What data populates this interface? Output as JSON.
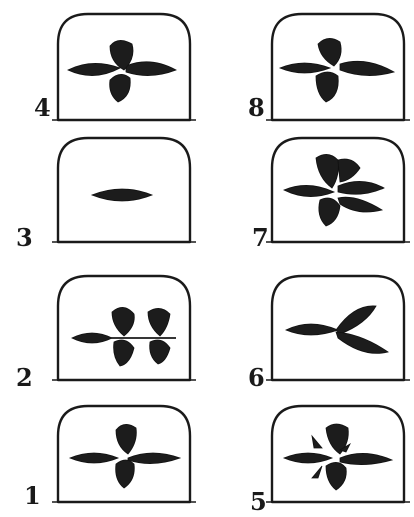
{
  "panels": [
    {
      "number": "1",
      "shape": "cross-with-top-leaf"
    },
    {
      "number": "2",
      "shape": "paired-bars"
    },
    {
      "number": "3",
      "shape": "single-lens"
    },
    {
      "number": "4",
      "shape": "cross-with-top-leaf"
    },
    {
      "number": "5",
      "shape": "cross-with-spikes"
    },
    {
      "number": "6",
      "shape": "three-lobed-y"
    },
    {
      "number": "7",
      "shape": "star"
    },
    {
      "number": "8",
      "shape": "cross-with-top-leaf"
    }
  ],
  "colors": {
    "ink": "#1a1a1a",
    "fill": "#1c1c1c",
    "background": "#ffffff"
  }
}
